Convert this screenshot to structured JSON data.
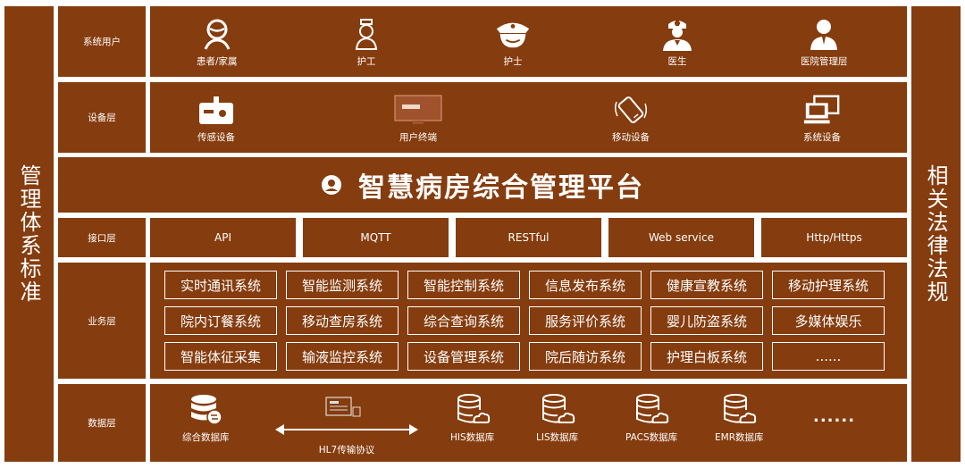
{
  "side_left": "管理体系标准",
  "side_right": "相关法律法规",
  "layers": {
    "users": "系统用户",
    "devices": "设备层",
    "interface": "接口层",
    "business": "业务层",
    "data": "数据层"
  },
  "users": [
    "患者/家属",
    "护工",
    "护士",
    "医生",
    "医院管理层"
  ],
  "devices": [
    "传感设备",
    "用户终端",
    "移动设备",
    "系统设备"
  ],
  "platform_title": "智慧病房综合管理平台",
  "interfaces": [
    "API",
    "MQTT",
    "RESTful",
    "Web service",
    "Http/Https"
  ],
  "business": [
    [
      "实时通讯系统",
      "智能监测系统",
      "智能控制系统",
      "信息发布系统",
      "健康宣教系统",
      "移动护理系统"
    ],
    [
      "院内订餐系统",
      "移动查房系统",
      "综合查询系统",
      "服务评价系统",
      "婴儿防盗系统",
      "多媒体娱乐"
    ],
    [
      "智能体征采集",
      "输液监控系统",
      "设备管理系统",
      "院后随访系统",
      "护理白板系统",
      "......"
    ]
  ],
  "data": {
    "items": [
      "综合数据库",
      "HL7传输协议",
      "HIS数据库",
      "LIS数据库",
      "PACS数据库",
      "EMR数据库"
    ],
    "more": "......"
  },
  "colors": {
    "brown": "#853c0e",
    "text": "#ffffff"
  }
}
